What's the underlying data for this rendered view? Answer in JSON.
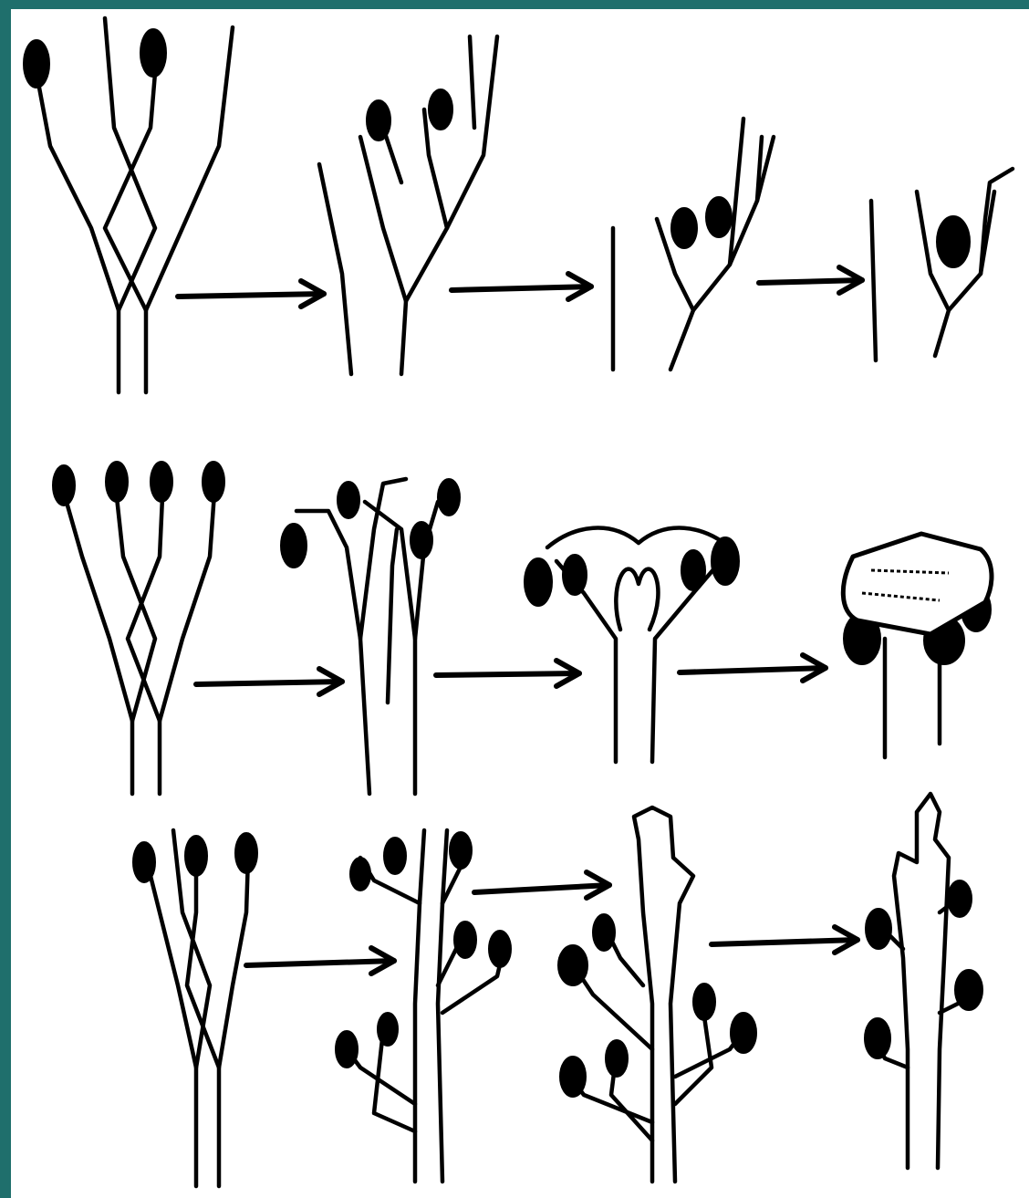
{
  "diagram": {
    "description_visible_text": "",
    "rows": [
      {
        "stages": 4
      },
      {
        "stages": 4
      },
      {
        "stages": 4
      }
    ],
    "colors": {
      "background": "#1f6f6c",
      "ink": "#000000",
      "paper": "#ffffff"
    }
  }
}
